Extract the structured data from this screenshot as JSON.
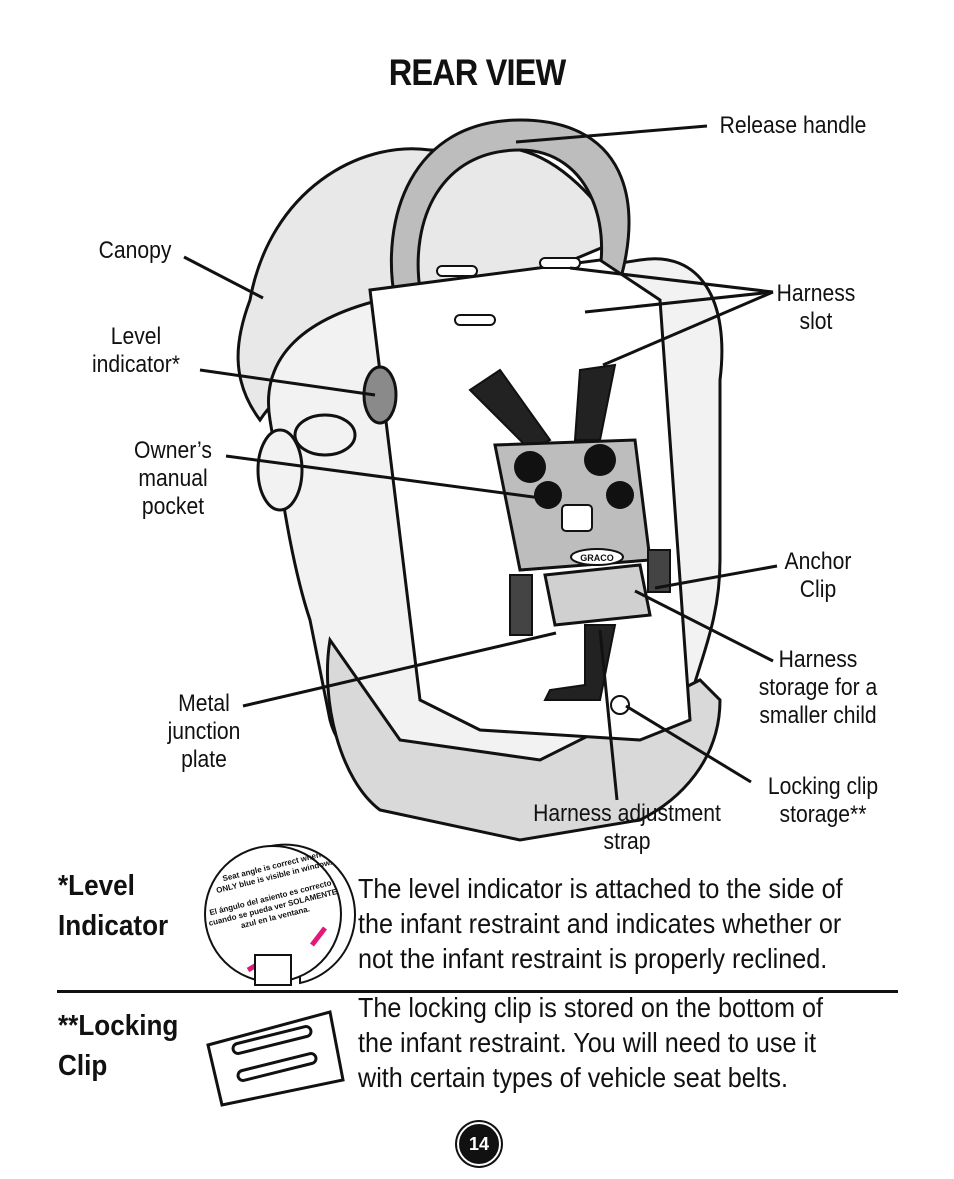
{
  "page": {
    "title": "REAR VIEW",
    "page_number": "14"
  },
  "callouts": {
    "release_handle": "Release handle",
    "canopy": "Canopy",
    "harness_slot": "Harness\nslot",
    "level_indicator": "Level\nindicator*",
    "owners_manual_pocket": "Owner’s\nmanual\npocket",
    "anchor_clip": "Anchor\nClip",
    "harness_storage": "Harness\nstorage for a\nsmaller child",
    "metal_junction_plate": "Metal\njunction\nplate",
    "locking_clip_storage": "Locking clip\nstorage**",
    "harness_adjustment_strap": "Harness adjustment\nstrap"
  },
  "sticker": {
    "text_en": "Seat angle is correct when ONLY blue is visible in window.",
    "text_es": "El ángulo del asiento es correcto cuando se pueda ver SOLAMENTE azul en la ventana.",
    "arrow_color": "#e0197a"
  },
  "brand": {
    "logo_text": "GRACO"
  },
  "sections": [
    {
      "heading": "*Level\nIndicator",
      "body": "The level indicator is attached to the side of the infant restraint and indicates whether or not the infant restraint is properly reclined."
    },
    {
      "heading": "**Locking\n   Clip",
      "body": "The locking clip is stored on the bottom of the infant restraint. You will need to use it with certain types of vehicle seat belts."
    }
  ]
}
